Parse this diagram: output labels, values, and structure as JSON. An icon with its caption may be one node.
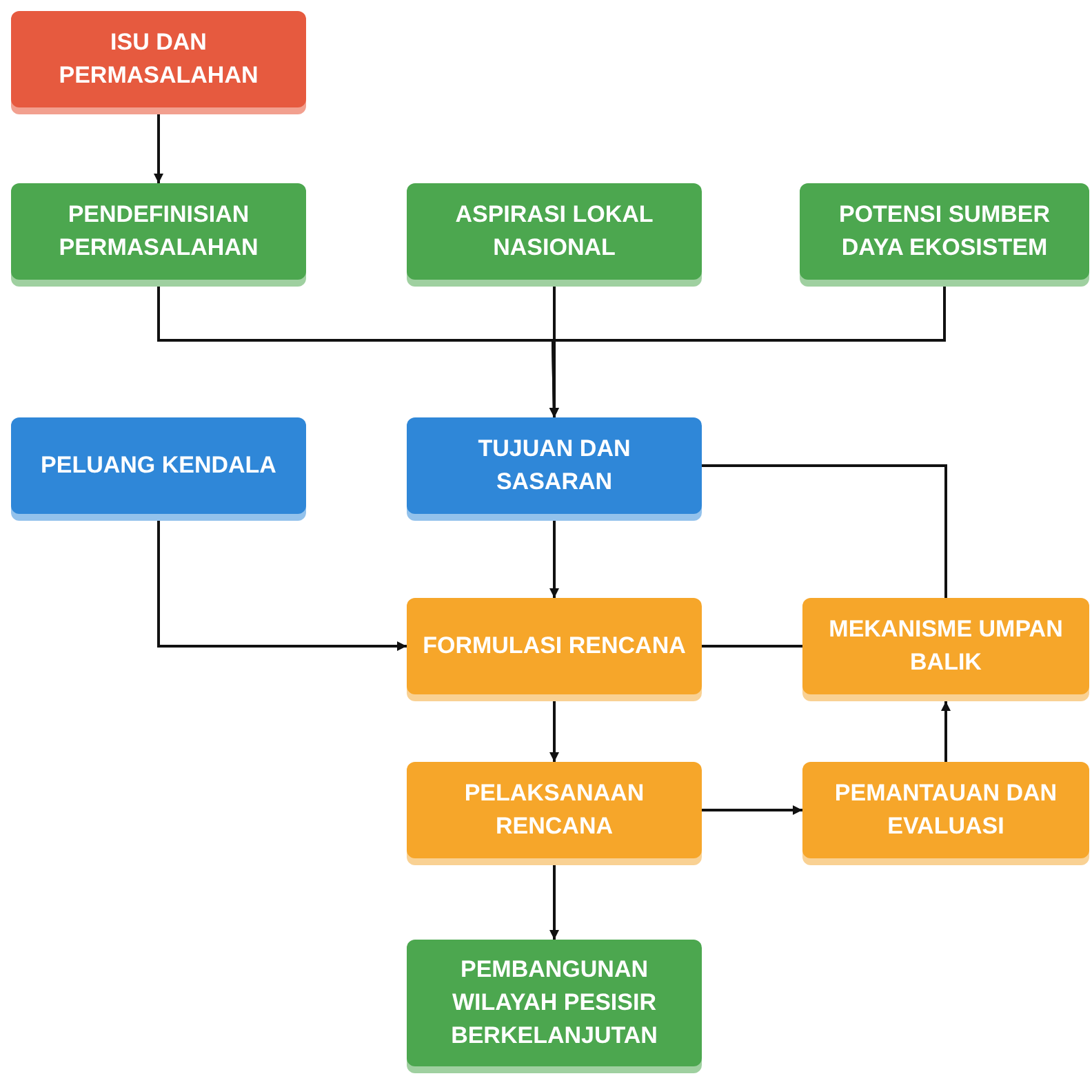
{
  "diagram": {
    "nodes": [
      {
        "text": [
          "ISU DAN PERMASALAHAN"
        ]
      },
      {
        "text": [
          "PENDEFINISIAN PERMASALAHAN"
        ]
      },
      {
        "text": [
          "ASPIRASI LOKAL NASIONAL"
        ]
      },
      {
        "text": [
          "POTENSI SUMBER DAYA EKOSISTEM"
        ]
      },
      {
        "text": [
          "PELUANG KENDALA"
        ]
      },
      {
        "text": [
          "TUJUAN DAN SASARAN"
        ]
      },
      {
        "text": [
          "FORMULASI RENCANA"
        ]
      },
      {
        "text": [
          "MEKANISME UMPAN BALIK"
        ]
      },
      {
        "text": [
          "PELAKSANAAN RENCANA"
        ]
      },
      {
        "text": [
          "PEMANTAUAN DAN EVALUASI"
        ]
      },
      {
        "text": [
          "PEMBANGUNAN WILAYAH PESISIR BERKELANJUTAN"
        ]
      }
    ],
    "edges": [
      {
        "from": 0,
        "to": 1,
        "arrow": "to"
      },
      {
        "from": 1,
        "to": 5,
        "arrow": "to"
      },
      {
        "from": 2,
        "to": 5,
        "arrow": "to"
      },
      {
        "from": 3,
        "to": 5,
        "arrow": "to"
      },
      {
        "from": 4,
        "to": 6,
        "arrow": "to"
      },
      {
        "from": 5,
        "to": 6,
        "arrow": "to"
      },
      {
        "from": 6,
        "to": 8,
        "arrow": "to"
      },
      {
        "from": 8,
        "to": 10,
        "arrow": "to"
      },
      {
        "from": 8,
        "to": 9,
        "arrow": "to"
      },
      {
        "from": 9,
        "to": 7,
        "arrow": "to"
      },
      {
        "from": 7,
        "to": 6,
        "arrow": "none"
      },
      {
        "from": 7,
        "to": 5,
        "arrow": "none"
      }
    ]
  }
}
